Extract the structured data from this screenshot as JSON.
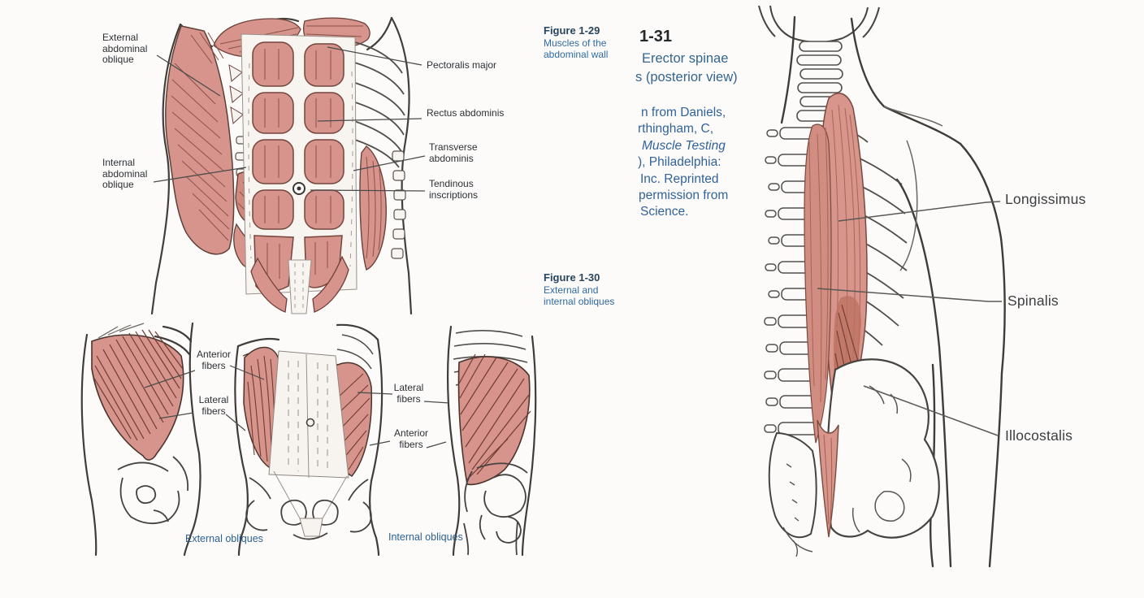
{
  "colors": {
    "muscle": "#d6948c",
    "muscle_dark": "#bd7260",
    "ink": "#423f3b",
    "caption_blue": "#2f6ba3",
    "caption_title": "#27455e"
  },
  "fig129": {
    "caption": {
      "title": "Figure 1-29",
      "lines": [
        "Muscles of the",
        "abdominal wall"
      ]
    },
    "labels": {
      "external_oblique": "External\nabdominal\noblique",
      "internal_oblique": "Internal\nabdominal\noblique",
      "pectoralis_major": "Pectoralis major",
      "rectus_abdominis": "Rectus abdominis",
      "transverse_abdominis": "Transverse\nabdominis",
      "tendinous_inscriptions": "Tendinous\ninscriptions"
    }
  },
  "fig130": {
    "caption": {
      "title": "Figure 1-30",
      "lines": [
        "External and",
        "internal obliques"
      ]
    },
    "labels": {
      "anterior_fibers_left": "Anterior\nfibers",
      "lateral_fibers_left": "Lateral\nfibers",
      "lateral_fibers_right": "Lateral\nfibers",
      "anterior_fibers_right": "Anterior\nfibers"
    },
    "view_captions": {
      "external": "External obliques",
      "internal": "Internal obliques"
    }
  },
  "fig131": {
    "caption": {
      "title": "1-31",
      "lines": [
        "Erector spinae",
        "s (posterior view)"
      ],
      "credit": [
        "n from Daniels,",
        "rthingham, C,",
        "Muscle Testing",
        "), Philadelphia:",
        "Inc. Reprinted",
        "permission from",
        "Science."
      ]
    },
    "labels": {
      "longissimus": "Longissimus",
      "spinalis": "Spinalis",
      "iliocostalis": "Illocostalis"
    }
  }
}
